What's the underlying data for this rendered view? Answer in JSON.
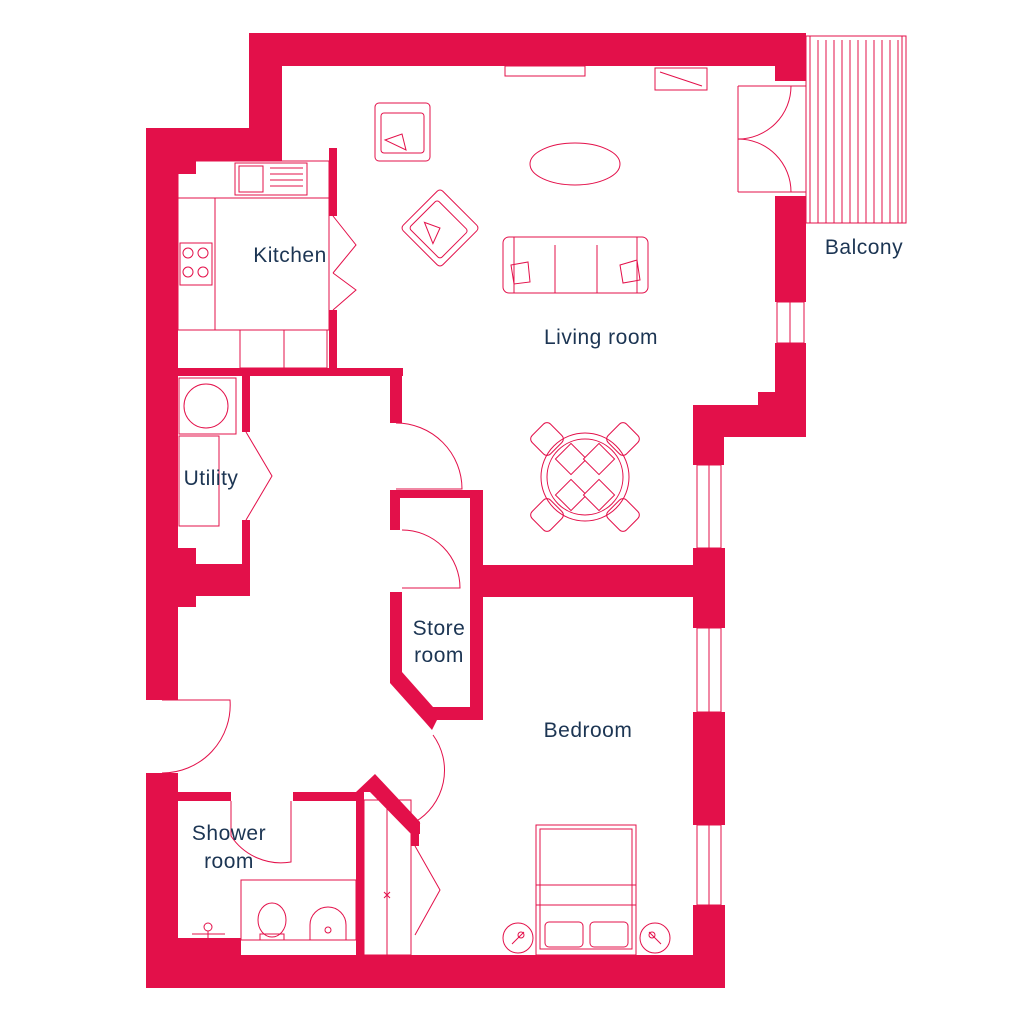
{
  "colors": {
    "wall": "#E3104A",
    "fixture": "#E3104A",
    "label": "#1C3553",
    "background": "#FFFFFF"
  },
  "rooms": {
    "kitchen": "Kitchen",
    "living_room": "Living room",
    "balcony": "Balcony",
    "utility": "Utility",
    "store_room_line1": "Store",
    "store_room_line2": "room",
    "bedroom": "Bedroom",
    "shower_room_line1": "Shower",
    "shower_room_line2": "room"
  }
}
